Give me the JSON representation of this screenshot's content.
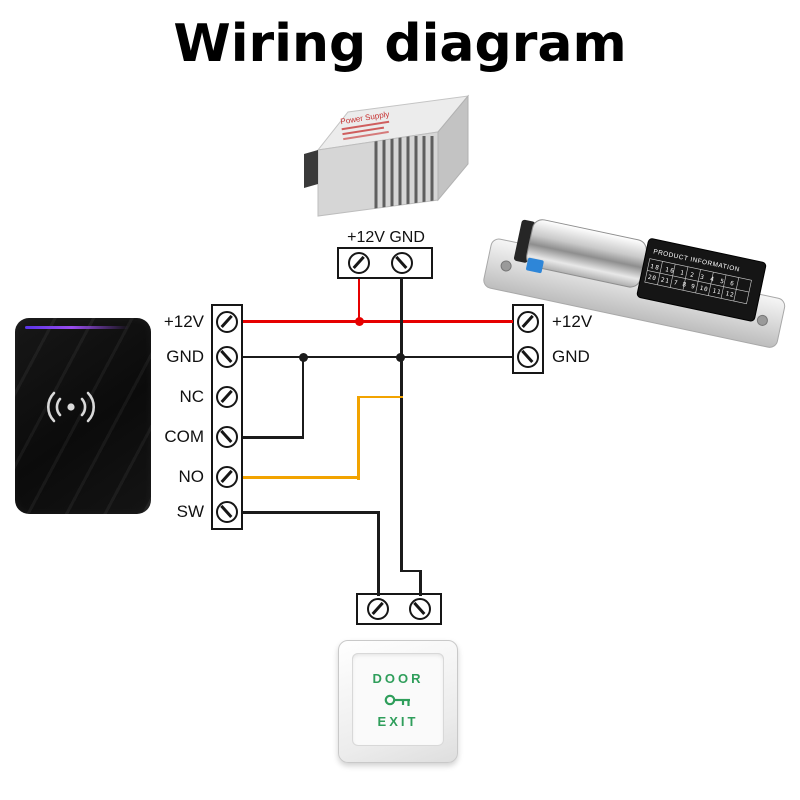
{
  "title": "Wiring diagram",
  "power_supply": {
    "sticker_text": "Power Supply",
    "terminal_label": "+12V GND"
  },
  "controller_terminals": {
    "labels": [
      "+12V",
      "GND",
      "NC",
      "COM",
      "NO",
      "SW"
    ]
  },
  "lock_terminals": {
    "labels": [
      "+12V",
      "GND"
    ]
  },
  "lock": {
    "info_title": "PRODUCT INFORMATION",
    "info_row1": "18 16 1 2 3 4 5 6",
    "info_row2": "20 21 7 8 9 10 11 12"
  },
  "exit_button": {
    "line1": "DOOR",
    "line2": "EXIT"
  },
  "colors": {
    "wire_red": "#e60000",
    "wire_black": "#1b1b1b",
    "wire_yellow": "#f2a300",
    "accent_green": "#2f9e5b",
    "led_purple": "#9a4df0"
  }
}
